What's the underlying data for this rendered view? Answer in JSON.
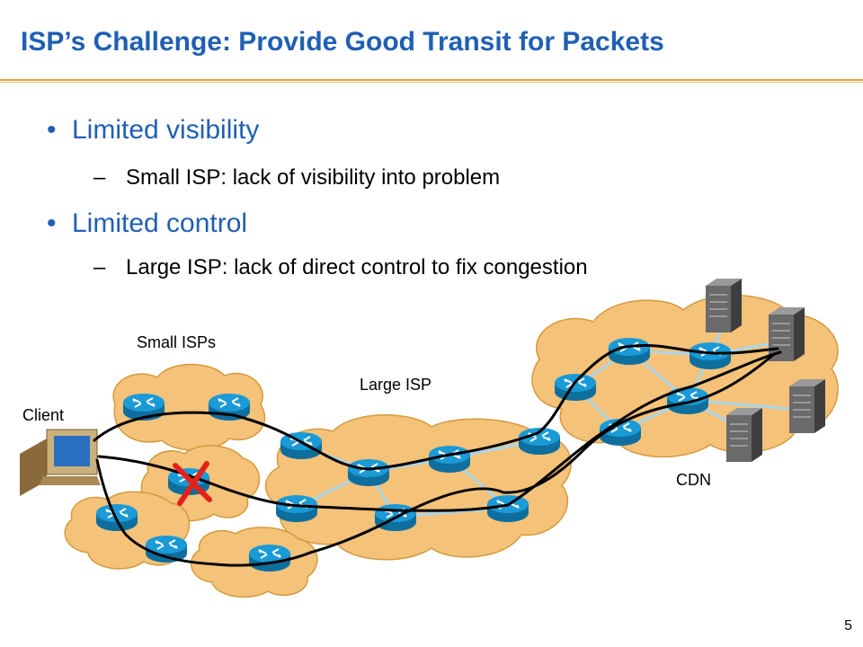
{
  "slide": {
    "title": "ISP’s Challenge: Provide Good Transit for Packets",
    "page_number": "5"
  },
  "bullets": [
    {
      "text": "Limited visibility",
      "sub": "Small ISP: lack of visibility into problem"
    },
    {
      "text": "Limited control",
      "sub": "Large ISP: lack of direct control to fix congestion"
    }
  ],
  "diagram": {
    "labels": {
      "small_isps": "Small ISPs",
      "large_isp": "Large ISP",
      "client": "Client",
      "cdn": "CDN"
    },
    "colors": {
      "title": "#1f5fb4",
      "cloud_fill": "#f5c27a",
      "cloud_stroke": "#d49a3c",
      "router": "#1a8fc8",
      "link": "#a9d6ea",
      "path": "#000000",
      "failure_mark": "#e32119"
    },
    "icons": [
      "cloud-icon",
      "router-icon",
      "server-icon",
      "computer-icon",
      "x-mark-icon"
    ]
  }
}
